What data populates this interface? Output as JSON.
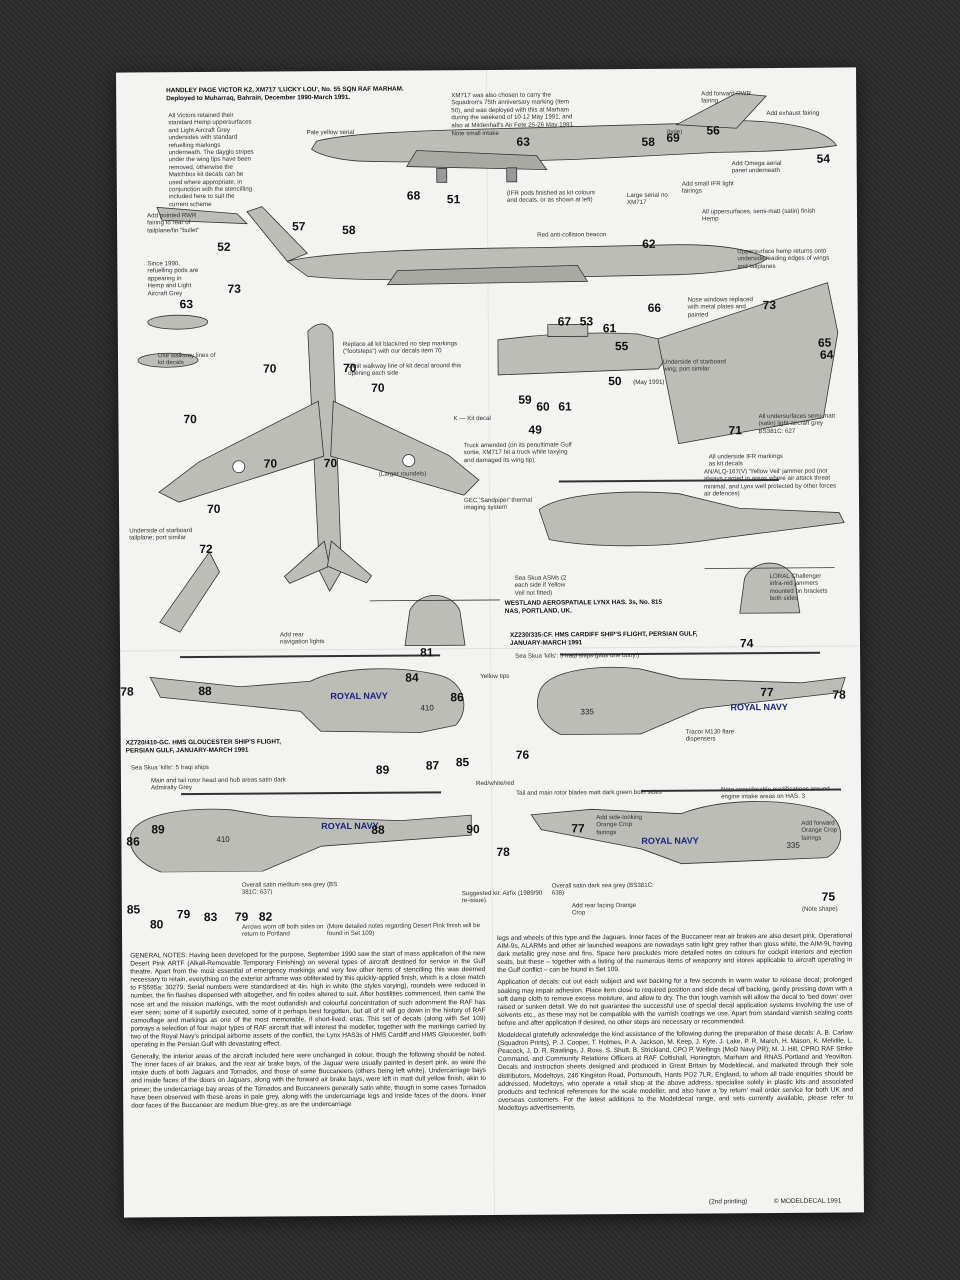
{
  "header": {
    "title": "HANDLEY PAGE VICTOR K2, XM717 'LUCKY LOU', No. 55 SQN RAF MARHAM.",
    "subtitle": "Deployed to Muharraq, Bahrain, December 1990-March 1991."
  },
  "victor_notes": {
    "retained": "All Victors retained their standard Hemp uppersurfaces and Light Aircraft Grey undersides with standard refuelling markings underneath. The dayglo stripes under the wing tips have been removed, otherwise the Matchbox kit decals can be used where appropriate, in conjunction with the stencilling included here to suit the current scheme",
    "xm717": "XM717 was also chosen to carry the Squadron's 75th anniversary marking (item 50), and was deployed with this at Marham during the weekend of 10-12 May 1991, and also at Mildenhall's Air Fete 25-26 May 1991.",
    "pale_yellow": "Pale yellow serial",
    "note_intake": "Note small intake",
    "hole": "(hole)",
    "rwr": "Add forward RWR fairing",
    "exhaust": "Add exhaust fairing",
    "ifr_pods": "(IFR pods finished as kit colours and decals, or as shown at left)",
    "large_serial": "Large serial no. XM717",
    "ifr_fairings": "Add small IFR light fairings",
    "omega": "Add Omega aerial panel underneath",
    "upper_semi": "All uppersurfaces, semi-matt (satin) finish Hemp",
    "pointed_rwr": "Add pointed RWR fairing to rear of tailplane/fin \"bullet\"",
    "beacon": "Red anti-collision beacon",
    "uppersurface_hemp": "Uppersurface hemp returns onto underside leading edges of wings and tailplanes",
    "since1990": "Since 1990, refuelling pods are appearing in Hemp and Light Aircraft Grey",
    "nose_windows": "Nose windows replaced with metal plates and painted",
    "walkway": "Use walkway lines of kit decals",
    "replace_black": "Replace all kit black/red no step markings (\"footsteps\") with our decals item 70",
    "omit_walkway": "Omit walkway line of kit decal around this opening each side",
    "may1991": "(May 1991)",
    "kit_decal": "K — Kit decal",
    "underside_wing": "Underside of starboard wing; port similar",
    "all_undersurfaces": "All undersurfaces semi-matt (satin) light aircraft grey BS381C: 627",
    "truck": "Truck amended (on its penultimate Gulf sortie, XM717 hit a truck while taxying and damaged its wing tip).",
    "ifr_markings": "All underside IFR markings as kit decals",
    "larger_roundels": "(Larger roundels)",
    "tailplane": "Underside of starboard tailplane; port similar",
    "nav_lights": "Add rear navigation lights"
  },
  "lynx_notes": {
    "gec": "GEC 'Sandpiper' thermal imaging system",
    "yellow_veil": "AN/ALQ-167(V) 'Yellow Veil' jammer pod (not always carried in areas where air attack threat minimal, and Lynx well protected by other forces air defences)",
    "skua_asms": "Sea Skua ASMs (2 each side if Yellow Veil not fitted)",
    "loral": "LORAL Challenger infra-red jammers mounted on brackets both sides",
    "westland": "WESTLAND AEROSPATIALE LYNX HAS. 3s, No. 815 NAS, PORTLAND, UK.",
    "cardiff": "XZ230/335-CF. HMS CARDIFF SHIP'S FLIGHT, PERSIAN GULF, JANUARY-MARCH 1991",
    "cardiff_kills": "Sea Skua 'kills': 5 Iraqi ships (plus one buoy!)",
    "yellow_tips": "Yellow tips",
    "gloucester": "XZ720/410-GC. HMS GLOUCESTER SHIP'S FLIGHT, PERSIAN GULF, JANUARY-MARCH 1991",
    "gloucester_kills": "Sea Skua 'kills': 5 Iraqi ships",
    "tracor": "Tracor M130 flare dispensers",
    "rotor_head": "Main and tail rotor head and hub areas satin dark Admiralty Grey",
    "red_white_red": "Red/white/red",
    "tail_blades": "Tail and main rotor blades matt dark green both sides",
    "modifications": "Note considerable modifications around engine intake areas on HAS. 3",
    "orange_crop": "Add side-looking Orange Crop fairings",
    "forward_crop": "Add forward Orange Crop fairings",
    "satin_medium": "Overall satin medium sea grey (BS 381C: 637)",
    "airfix": "Suggested kit: Airfix (1989/90 re-issue).",
    "satin_dark": "Overall satin dark sea grey (BS381C: 638)",
    "rear_crop": "Add rear facing Orange Crop",
    "note_shape": "(Note shape)",
    "arrows": "Arrows worn off both sides on return to Portland",
    "desert_pink": "(More detailed notes regarding Desert Pink finish will be found in Set 109)"
  },
  "aircraft_text": {
    "royal_navy": "ROYAL NAVY",
    "code_410": "410",
    "code_335": "335"
  },
  "callouts": {
    "n_K": "K",
    "n_k": "K",
    "n50": "50",
    "n51": "51",
    "n52": "52",
    "n53": "53",
    "n54": "54",
    "n55": "55",
    "n56": "56",
    "n57": "57",
    "n58": "58",
    "n59": "59",
    "n60": "60",
    "n61": "61",
    "n62": "62",
    "n63": "63",
    "n64": "64",
    "n65": "65",
    "n66": "66",
    "n67": "67",
    "n68": "68",
    "n69": "69",
    "n70": "70",
    "n71": "71",
    "n72": "72",
    "n73": "73",
    "n74": "74",
    "n75": "75",
    "n76": "76",
    "n77": "77",
    "n78": "78",
    "n79": "79",
    "n80": "80",
    "n81": "81",
    "n82": "82",
    "n83": "83",
    "n84": "84",
    "n85": "85",
    "n86": "86",
    "n87": "87",
    "n88": "88",
    "n89": "89",
    "n90": "90",
    "n49": "49"
  },
  "general_notes": {
    "p1": "GENERAL NOTES: Having been developed for the purpose, September 1990 saw the start of mass application of the new Desert Pink ARTF (Alkali-Removable Temporary Finishing) on several types of aircraft destined for service in the Gulf theatre. Apart from the most essential of emergency markings and very few other items of stencilling this was deemed necessary to retain, everything on the exterior airframe was obliterated by this quickly-applied finish, which is a close match to FS595a: 30279. Serial numbers were standardised at 4in. high in white (the styles varying), roundels were reduced in number, the fin flashes dispensed with altogether, and fin codes altered to suit. After hostilities commenced, then came the nose art and the mission markings, with the most outlandish and colourful concentration of such adornment the RAF has ever seen; some of it superbly executed, some of it perhaps best forgotten, but all of it will go down in the history of RAF camouflage and markings as one of the most memorable, if short-lived, eras. This set of decals (along with Set 109) portrays a selection of four major types of RAF aircraft that will interest the modeller, together with the markings carried by two of the Royal Navy's principal airborne assets of the conflict, the Lynx HAS3s of HMS Cardiff and HMS Gloucester, both operating in the Persian Gulf with devastating effect.",
    "p2": "Generally, the interior areas of the aircraft included here were unchanged in colour, though the following should be noted. The inner faces of air brakes, and the rear air brake bays, of the Jaguar were usually painted in desert pink, as were the intake ducts of both Jaguars and Tornados, and those of some Buccaneers (others being left white). Undercarriage bays and inside faces of the doors on Jaguars, along with the forward air brake bays, were left in matt dull yellow finish, akin to primer; the undercarriage bay areas of the Tornados and Buccaneers generally satin white, though in some cases Tornados have been observed with these areas in pale grey, along with the undercarriage legs and inside faces of the doors. Inner door faces of the Buccaneer are medium blue-grey, as are the undercarriage",
    "p3": "legs and wheels of this type and the Jaguars. Inner faces of the Buccaneer rear air brakes are also desert pink. Operational AIM-9s, ALARMs and other air launched weapons are nowadays satin light grey rather than gloss white, the AIM-9L having dark metallic grey nose and fins. Space here precludes more detailed notes on colours for cockpit interiors and ejection seats, but these – together with a listing of the numerous items of weaponry and stores applicable to aircraft operating in the Gulf conflict – can be found in Set 109.",
    "p4": "Application of decals: cut out each subject and wet backing for a few seconds in warm water to release decal; prolonged soaking may impair adhesion. Place item close to required position and slide decal off backing, gently pressing down with a soft damp cloth to remove excess moisture, and allow to dry. The thin tough varnish will allow the decal to 'bed down' over raised or sunken detail. We do not guarantee the successful use of special decal application systems involving the use of solvents etc., as these may not be compatible with the varnish coatings we use. Apart from standard varnish sealing coats before and after application if desired, no other steps are necessary or recommended.",
    "p5": "Modeldecal gratefully acknowledge the kind assistance of the following during the preparation of these decals: A. B. Carlaw (Squadron Prints), P. J. Cooper, T. Holmes, P. A. Jackson, M. Keep, J. Kyte, J. Lake, P. R. March, H. Mason, K. Melville, L. Peacock, J. D. R. Rawlings, J. Ross, S. Shutt, B. Strickland, CPO P. Wellings (MoD Navy PR); M. J. Hill, CPRO RAF Strike Command, and Community Relations Officers at RAF Coltishall, Honington, Marham and RNAS Portland and Yeovilton. Decals and instruction sheets designed and produced in Great Britain by Modeldecal, and marketed through their sole distributors, Modeltoys, 246 Kingston Road, Portsmouth, Hants PO2 7LR, England, to whom all trade enquiries should be addressed. Modeltoys, who operate a retail shop at the above address, specialise solely in plastic kits and associated products and technical references for the scale modeller, and also have a 'by return' mail order service for both UK and overseas customers. For the latest additions to the Modeldecal range, and sets currently available, please refer to Modeltoys advertisements."
  },
  "footer": {
    "printing": "(2nd printing)",
    "copyright": "© MODELDECAL 1991"
  },
  "colors": {
    "background": "#2b2b2b",
    "paper": "#f3f3f1",
    "aircraft_grey": "#bdbdb8",
    "ink": "#222222"
  }
}
